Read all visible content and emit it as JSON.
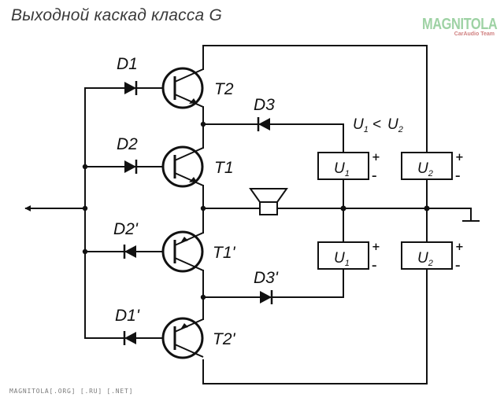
{
  "title": "Выходной каскад класса G",
  "logo": {
    "main": "MAGNITOLA",
    "sub": "CarAudio Team"
  },
  "footer": "MAGNITOLA[.ORG] [.RU] [.NET]",
  "labels": {
    "D1": "D1",
    "D2": "D2",
    "D2p": "D2'",
    "D1p": "D1'",
    "T2": "T2",
    "T1": "T1",
    "T1p": "T1'",
    "T2p": "T2'",
    "D3": "D3",
    "D3p": "D3'"
  },
  "supplies": {
    "u1_base": "U",
    "u1_sub": "1",
    "u2_base": "U",
    "u2_sub": "2",
    "plus": "+",
    "minus": "–"
  },
  "relation": {
    "left": "U",
    "left_sub": "1",
    "op": "<",
    "right": "U",
    "right_sub": "2"
  }
}
